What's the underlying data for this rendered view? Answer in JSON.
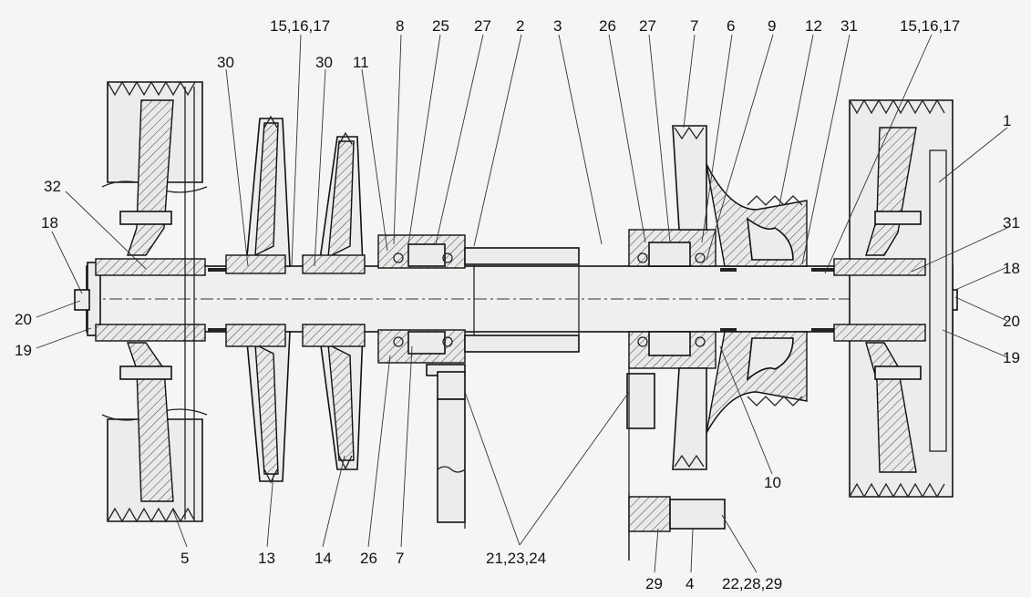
{
  "callouts": {
    "l_15_16_17_a": "15,16,17",
    "l_8": "8",
    "l_25": "25",
    "l_27_a": "27",
    "l_2": "2",
    "l_3": "3",
    "l_26_a": "26",
    "l_27_b": "27",
    "l_7_a": "7",
    "l_6": "6",
    "l_9": "9",
    "l_12": "12",
    "l_31_a": "31",
    "l_15_16_17_b": "15,16,17",
    "l_30_a": "30",
    "l_30_b": "30",
    "l_11": "11",
    "l_1": "1",
    "l_32": "32",
    "l_18_a": "18",
    "l_31_b": "31",
    "l_18_b": "18",
    "l_20_a": "20",
    "l_20_b": "20",
    "l_19_a": "19",
    "l_19_b": "19",
    "l_10": "10",
    "l_5": "5",
    "l_13": "13",
    "l_14": "14",
    "l_26_b": "26",
    "l_7_b": "7",
    "l_21_23_24": "21,23,24",
    "l_29_a": "29",
    "l_4": "4",
    "l_22_28_29": "22,28,29"
  }
}
